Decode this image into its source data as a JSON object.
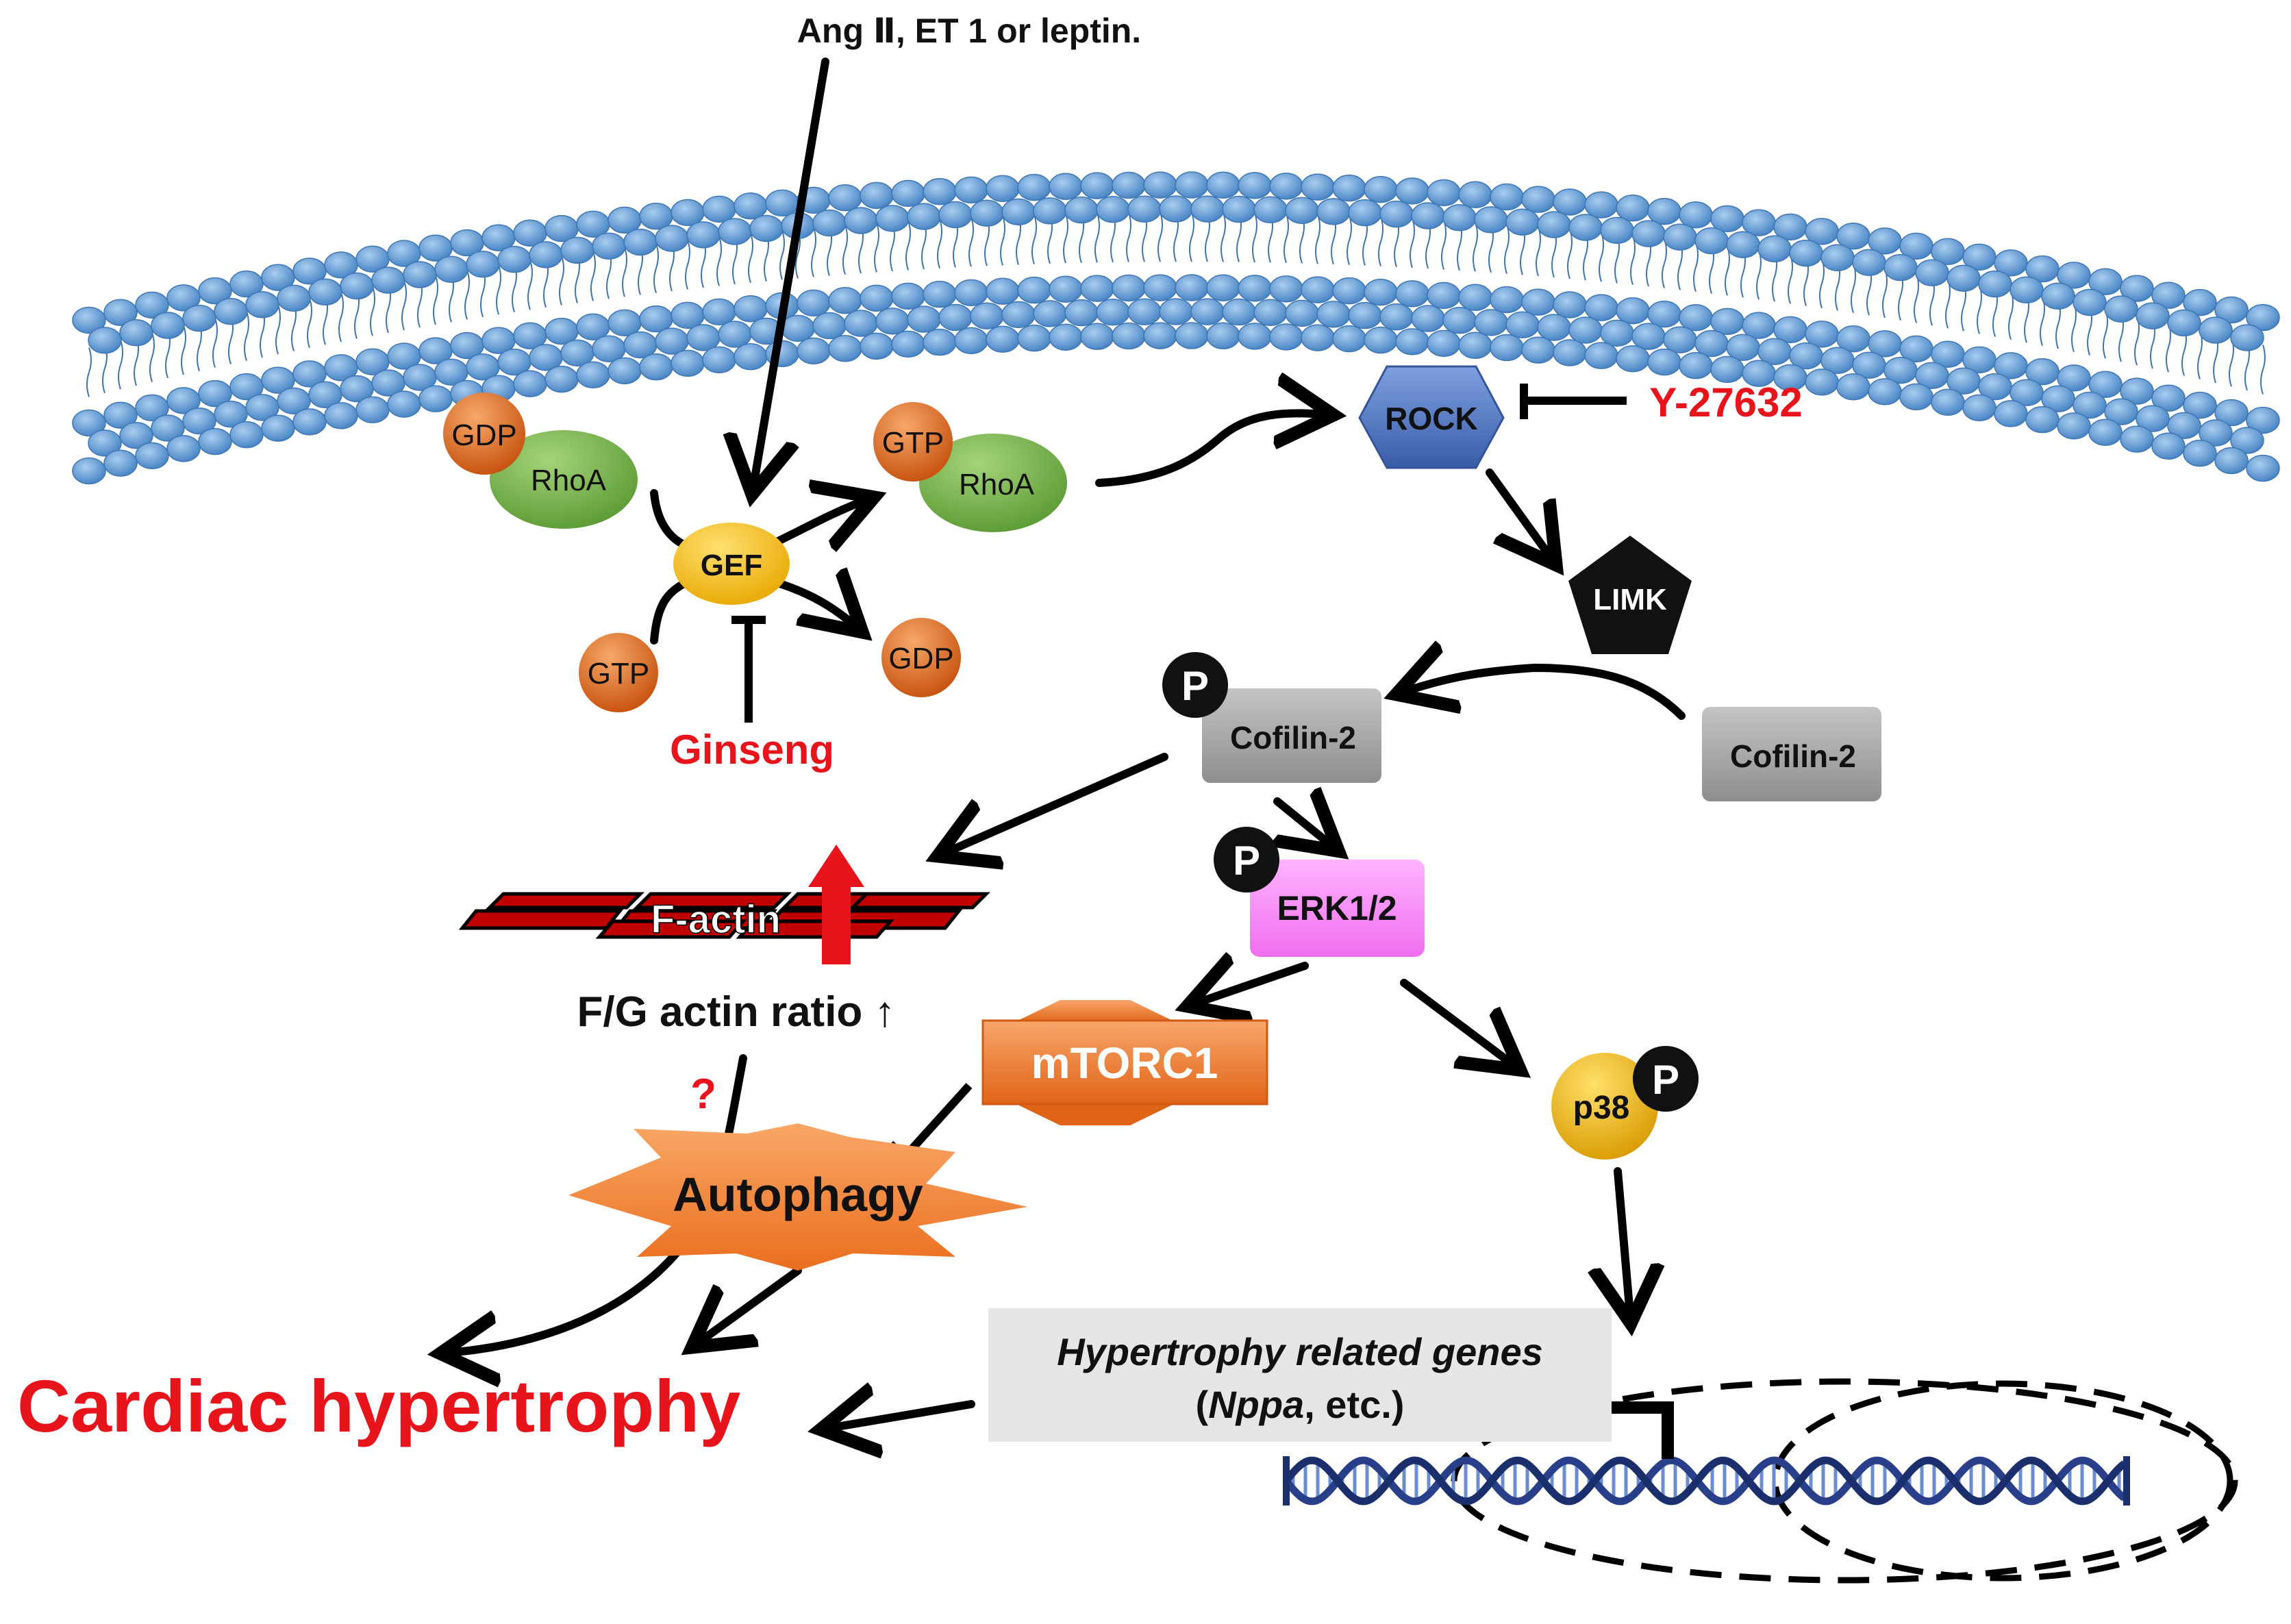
{
  "stimulus": "Ang Ⅱ,  ET 1 or leptin.",
  "nodes": {
    "gdp_left": "GDP",
    "rhoa_left": "RhoA",
    "gef": "GEF",
    "gtp_left": "GTP",
    "gtp_right": "GTP",
    "rhoa_right": "RhoA",
    "gdp_right": "GDP",
    "rock": "ROCK",
    "limk": "LIMK",
    "cofilin_p": "Cofilin-2",
    "cofilin": "Cofilin-2",
    "erk": "ERK1/2",
    "mtorc1": "mTORC1",
    "p38": "p38",
    "autophagy": "Autophagy",
    "factin": "F-actin",
    "phospho": "P"
  },
  "inhibitors": {
    "ginseng": "Ginseng",
    "y27632": "Y-27632"
  },
  "labels": {
    "fg_ratio": "F/G actin ratio ↑",
    "question": "?",
    "outcome": "Cardiac hypertrophy",
    "genes_line1": "Hypertrophy related genes",
    "genes_line2_italic": "Nppa",
    "genes_line2_rest": ", etc.)",
    "genes_line2_open": "("
  },
  "colors": {
    "inhibitor_red": "#e8141b",
    "membrane_blue": "#5b9bd5",
    "rhoa_green": "#7ab648",
    "gtp_orange": "#e8782a",
    "gef_yellow": "#ffc000",
    "rock_blue": "#4f74c2",
    "erk_pink": "#ff8fff",
    "mtor_orange": "#f07a2a"
  }
}
